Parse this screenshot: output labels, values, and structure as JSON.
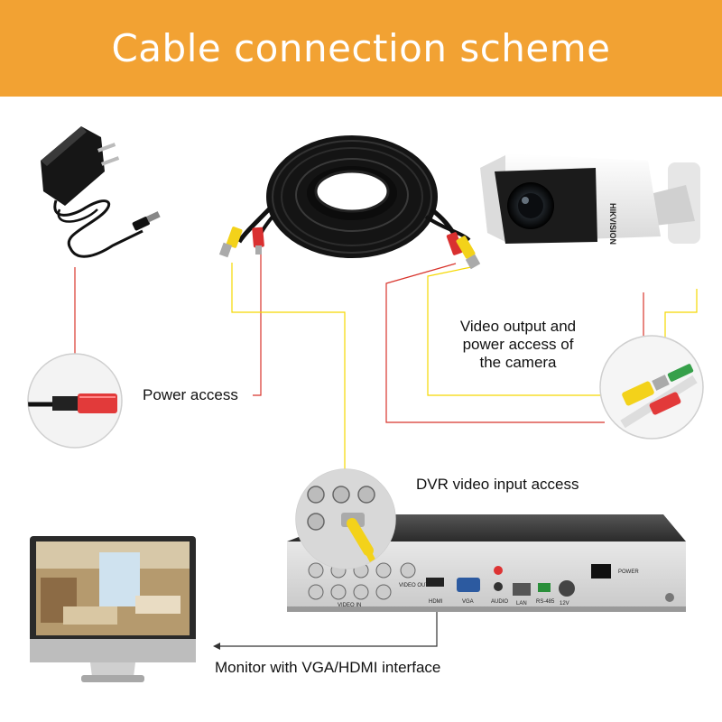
{
  "title": "Cable connection scheme",
  "labels": {
    "power_access": "Power access",
    "video_output_line1": "Video output and",
    "video_output_line2": "power access of",
    "video_output_line3": "the camera",
    "dvr_input": "DVR video input access",
    "monitor": "Monitor with VGA/HDMI interface"
  },
  "device_text": {
    "camera_brand": "HIKVISION",
    "dvr_video_in": "VIDEO IN",
    "dvr_video_out": "VIDEO OUT",
    "dvr_hdmi": "HDMI",
    "dvr_vga": "VGA",
    "dvr_audio": "AUDIO",
    "dvr_lan": "LAN",
    "dvr_rs485": "RS-485",
    "dvr_12v": "12V",
    "dvr_power": "POWER"
  },
  "colors": {
    "header": "#f2a233",
    "power_wire": "#d8342c",
    "video_wire": "#f5d800",
    "monitor_wire": "#333333"
  }
}
